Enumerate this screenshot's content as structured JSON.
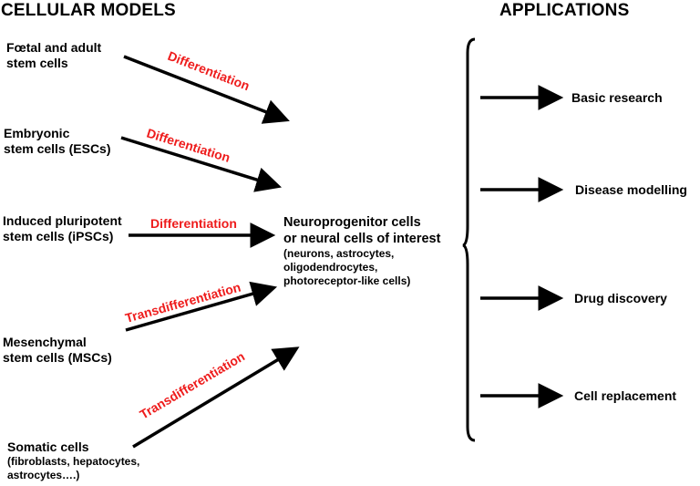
{
  "headers": {
    "left": "CELLULAR MODELS",
    "right": "APPLICATIONS"
  },
  "sources": [
    {
      "line1": "Fœtal and adult",
      "line2": "stem cells"
    },
    {
      "line1": "Embryonic",
      "line2": "stem cells (ESCs)"
    },
    {
      "line1": "Induced pluripotent",
      "line2": "stem cells (iPSCs)"
    },
    {
      "line1": "Mesenchymal",
      "line2": "stem cells (MSCs)"
    },
    {
      "line1": "Somatic cells",
      "line2": "(fibroblasts, hepatocytes,",
      "line3": "astrocytes….)"
    }
  ],
  "process_labels": {
    "differentiation": "Differentiation",
    "transdifferentiation": "Transdifferentiation"
  },
  "target": {
    "line1": "Neuroprogenitor cells",
    "line2": "or neural cells of interest",
    "detail1": "(neurons, astrocytes,",
    "detail2": "oligodendrocytes,",
    "detail3": "photoreceptor-like cells)"
  },
  "applications": [
    "Basic research",
    "Disease modelling",
    "Drug discovery",
    "Cell replacement"
  ],
  "colors": {
    "process_label": "#ee1c1c",
    "text": "#000000"
  }
}
